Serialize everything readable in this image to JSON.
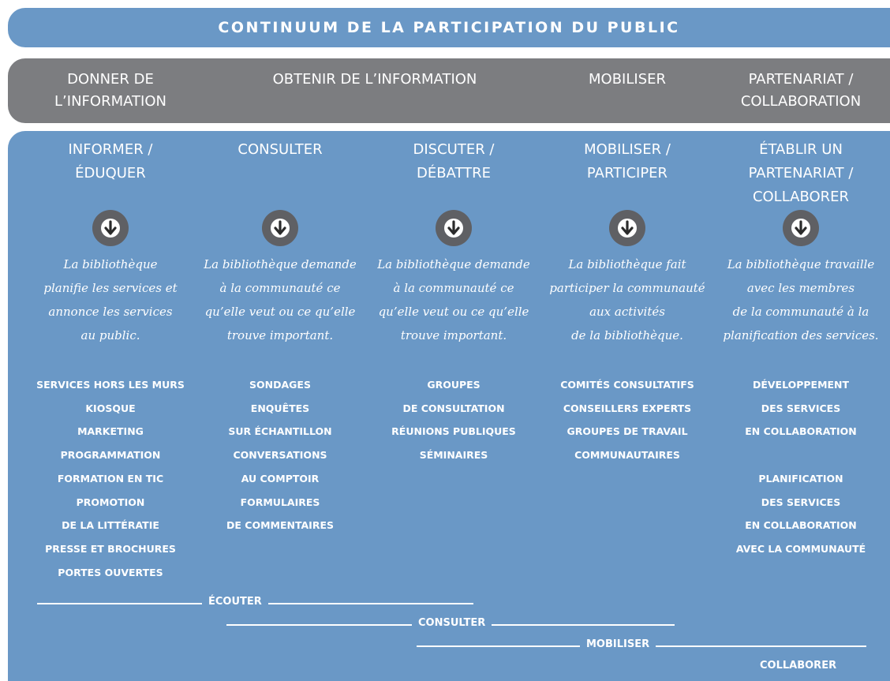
{
  "title": "CONTINUUM DE LA PARTICIPATION DU PUBLIC",
  "categories": [
    "DONNER DE\nL’INFORMATION",
    "OBTENIR DE L’INFORMATION",
    "MOBILISER",
    "PARTENARIAT /\nCOLLABORATION"
  ],
  "columns": [
    {
      "title": "INFORMER /\nÉDUQUER",
      "icon": "arrow-down-icon",
      "description": "La bibliothèque\nplanifie les services et\nannonce les services\nau public.",
      "items": [
        "SERVICES HORS LES MURS",
        "KIOSQUE",
        "MARKETING",
        "PROGRAMMATION",
        "FORMATION EN TIC",
        "PROMOTION",
        "DE LA LITTÉRATIE",
        "PRESSE ET BROCHURES",
        "PORTES OUVERTES"
      ]
    },
    {
      "title": "CONSULTER",
      "icon": "arrow-down-icon",
      "description": "La bibliothèque  demande\nà la communauté ce\nqu’elle veut ou ce qu’elle\ntrouve important.",
      "items": [
        "SONDAGES",
        "ENQUÊTES",
        "SUR ÉCHANTILLON",
        "CONVERSATIONS",
        "AU COMPTOIR",
        "FORMULAIRES",
        "DE COMMENTAIRES"
      ]
    },
    {
      "title": "DISCUTER /\nDÉBATTRE",
      "icon": "arrow-down-icon",
      "description": "La bibliothèque  demande\nà la communauté ce\nqu’elle veut ou ce qu’elle\ntrouve important.",
      "items": [
        "GROUPES",
        "DE CONSULTATION",
        "RÉUNIONS PUBLIQUES",
        "SÉMINAIRES"
      ]
    },
    {
      "title": "MOBILISER /\nPARTICIPER",
      "icon": "arrow-down-icon",
      "description": "La bibliothèque  fait\nparticiper la communauté\naux activités\nde la bibliothèque.",
      "items": [
        "COMITÉS CONSULTATIFS",
        "CONSEILLERS EXPERTS",
        "GROUPES DE TRAVAIL",
        "COMMUNAUTAIRES"
      ]
    },
    {
      "title": "ÉTABLIR UN\nPARTENARIAT /\nCOLLABORER",
      "icon": "arrow-down-icon",
      "description": "La bibliothèque travaille\navec les membres\nde la communauté à la\nplanification des services.",
      "items": [
        "DÉVELOPPEMENT",
        "DES SERVICES",
        "EN COLLABORATION",
        "",
        "PLANIFICATION",
        "DES SERVICES",
        "EN COLLABORATION",
        "AVEC LA COMMUNAUTÉ"
      ]
    }
  ],
  "scale": [
    "ÉCOUTER",
    "CONSULTER",
    "MOBILISER",
    "COLLABORER"
  ],
  "colors": {
    "blue": "#6a98c6",
    "gray": "#7c7d80",
    "icon_gray": "#5f6064",
    "text": "#ffffff"
  }
}
